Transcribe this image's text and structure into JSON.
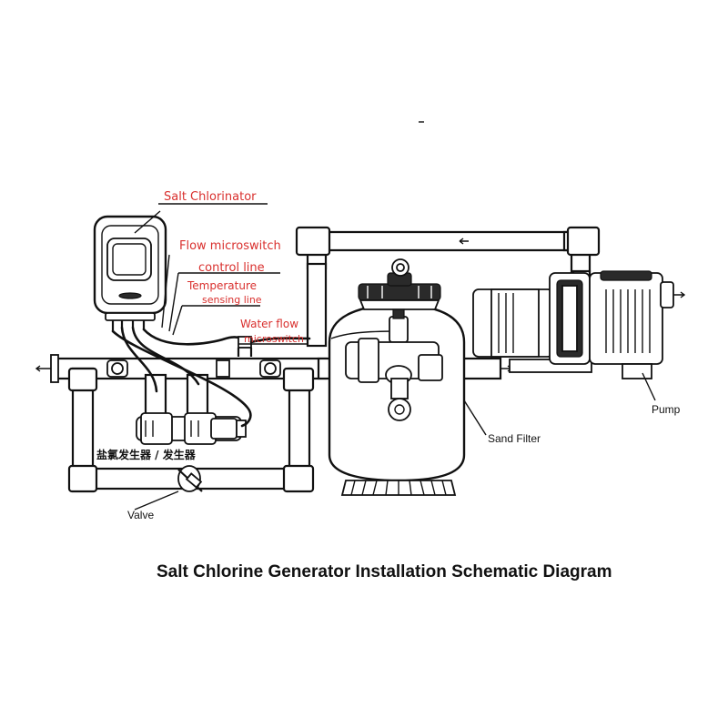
{
  "title": "Salt Chlorine Generator Installation Schematic Diagram",
  "labels": {
    "salt_chlorinator": "Salt Chlorinator",
    "flow_microswitch": "Flow microswitch",
    "control_line": "control line",
    "temperature": "Temperature",
    "sensing_line": "sensing line",
    "water_flow": "Water flow",
    "microswitch": "microswitch",
    "cell": "盐氯发生器 / 发生器",
    "valve": "Valve",
    "sand_filter": "Sand Filter",
    "pump": "Pump"
  },
  "colors": {
    "annotation": "#d9302e",
    "line": "#111111"
  }
}
